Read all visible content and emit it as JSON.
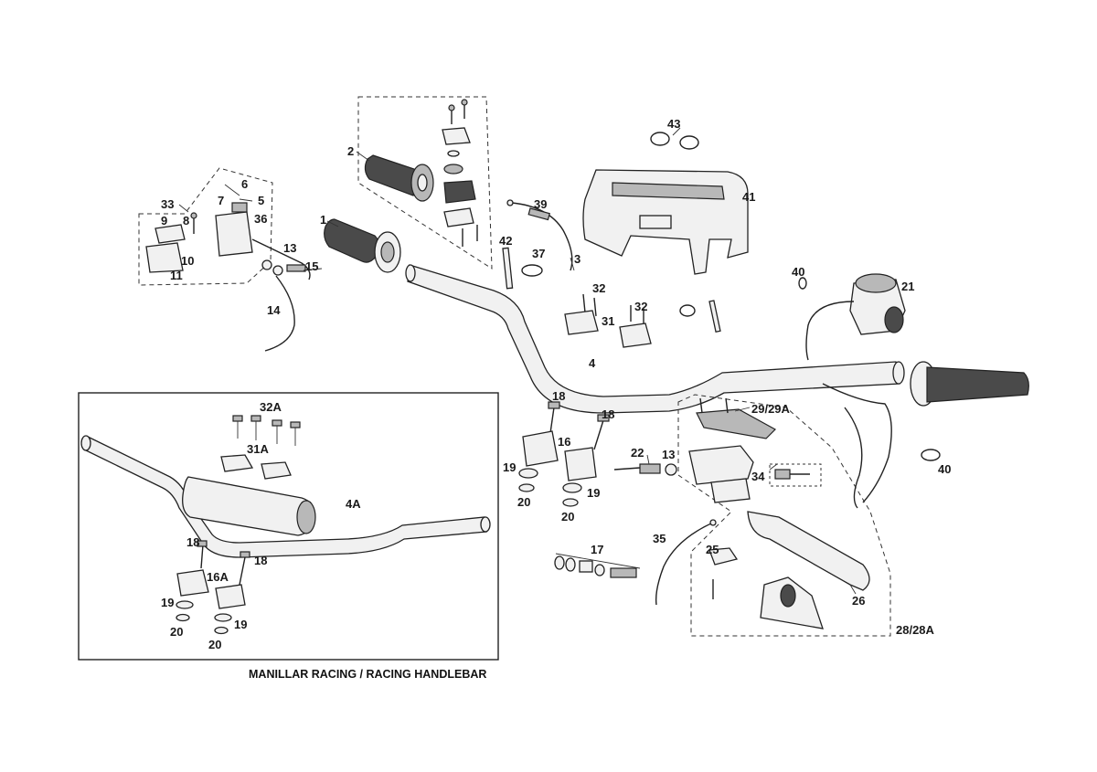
{
  "caption": "MANILLAR RACING / RACING HANDLEBAR",
  "callouts": [
    {
      "id": "c1",
      "text": "1"
    },
    {
      "id": "c2",
      "text": "2"
    },
    {
      "id": "c3",
      "text": "3"
    },
    {
      "id": "c4",
      "text": "4"
    },
    {
      "id": "c5",
      "text": "5"
    },
    {
      "id": "c6",
      "text": "6"
    },
    {
      "id": "c7",
      "text": "7"
    },
    {
      "id": "c8",
      "text": "8"
    },
    {
      "id": "c9",
      "text": "9"
    },
    {
      "id": "c10",
      "text": "10"
    },
    {
      "id": "c11",
      "text": "11"
    },
    {
      "id": "c13a",
      "text": "13"
    },
    {
      "id": "c13b",
      "text": "13"
    },
    {
      "id": "c14",
      "text": "14"
    },
    {
      "id": "c15",
      "text": "15"
    },
    {
      "id": "c16",
      "text": "16"
    },
    {
      "id": "c16A",
      "text": "16A"
    },
    {
      "id": "c17",
      "text": "17"
    },
    {
      "id": "c18a",
      "text": "18"
    },
    {
      "id": "c18b",
      "text": "18"
    },
    {
      "id": "c18c",
      "text": "18"
    },
    {
      "id": "c18d",
      "text": "18"
    },
    {
      "id": "c19a",
      "text": "19"
    },
    {
      "id": "c19b",
      "text": "19"
    },
    {
      "id": "c19c",
      "text": "19"
    },
    {
      "id": "c19d",
      "text": "19"
    },
    {
      "id": "c20a",
      "text": "20"
    },
    {
      "id": "c20b",
      "text": "20"
    },
    {
      "id": "c20c",
      "text": "20"
    },
    {
      "id": "c20d",
      "text": "20"
    },
    {
      "id": "c21",
      "text": "21"
    },
    {
      "id": "c22",
      "text": "22"
    },
    {
      "id": "c25",
      "text": "25"
    },
    {
      "id": "c26",
      "text": "26"
    },
    {
      "id": "c28",
      "text": "28/28A"
    },
    {
      "id": "c29",
      "text": "29/29A"
    },
    {
      "id": "c31",
      "text": "31"
    },
    {
      "id": "c31A",
      "text": "31A"
    },
    {
      "id": "c32a",
      "text": "32"
    },
    {
      "id": "c32b",
      "text": "32"
    },
    {
      "id": "c32A",
      "text": "32A"
    },
    {
      "id": "c33",
      "text": "33"
    },
    {
      "id": "c34",
      "text": "34"
    },
    {
      "id": "c35",
      "text": "35"
    },
    {
      "id": "c36",
      "text": "36"
    },
    {
      "id": "c37",
      "text": "37"
    },
    {
      "id": "c39",
      "text": "39"
    },
    {
      "id": "c40a",
      "text": "40"
    },
    {
      "id": "c40b",
      "text": "40"
    },
    {
      "id": "c41",
      "text": "41"
    },
    {
      "id": "c42",
      "text": "42"
    },
    {
      "id": "c43",
      "text": "43"
    },
    {
      "id": "c4A",
      "text": "4A"
    }
  ]
}
